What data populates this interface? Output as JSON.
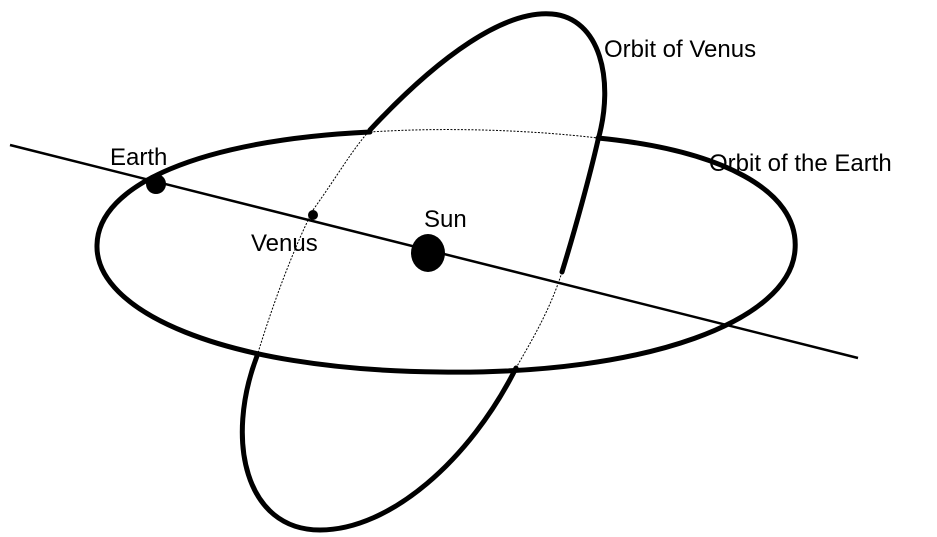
{
  "labels": {
    "earth": "Earth",
    "venus": "Venus",
    "sun": "Sun",
    "orbit_venus": "Orbit of Venus",
    "orbit_earth": "Orbit of the Earth"
  },
  "colors": {
    "ink": "#000000",
    "background": "#ffffff"
  }
}
